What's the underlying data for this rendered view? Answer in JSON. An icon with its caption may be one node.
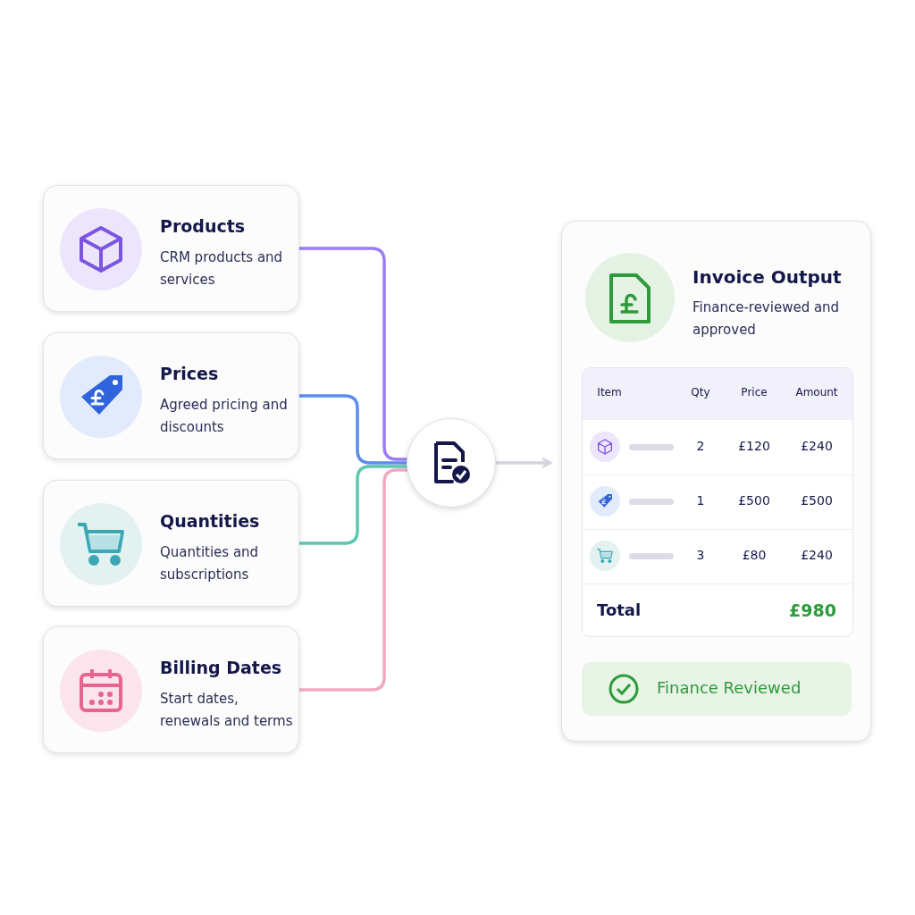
{
  "diagram": {
    "nodes": [
      {
        "text": [
          "Products",
          "CRM products and services"
        ]
      },
      {
        "text": [
          "Prices",
          "Agreed pricing and discounts"
        ]
      },
      {
        "text": [
          "Quantities",
          "Quantities and subscriptions"
        ]
      },
      {
        "text": [
          "Billing Dates",
          "Start dates, renewals and terms"
        ]
      },
      {
        "text": [],
        "shape": "circle"
      },
      {
        "text": [
          "Invoice Output",
          "Finance-reviewed and approved"
        ]
      },
      {
        "text": [
          "Finance Reviewed"
        ],
        "in": 5
      }
    ],
    "edges": [
      {
        "from": 0,
        "to": 4,
        "arrow": "none",
        "color": "#9b7cf2"
      },
      {
        "from": 1,
        "to": 4,
        "arrow": "none",
        "color": "#5b8def"
      },
      {
        "from": 2,
        "to": 4,
        "arrow": "none",
        "color": "#5cc8b0"
      },
      {
        "from": 3,
        "to": 4,
        "arrow": "none",
        "color": "#f0a8c4"
      },
      {
        "from": 4,
        "to": 5,
        "arrow": "to",
        "color": "#d4d4dc"
      }
    ],
    "labels": [
      "Item",
      "Qty",
      "Price",
      "Amount",
      "2",
      "£120",
      "£240",
      "1",
      "£500",
      "£500",
      "3",
      "£80",
      "£240",
      "Total",
      "£980"
    ]
  }
}
